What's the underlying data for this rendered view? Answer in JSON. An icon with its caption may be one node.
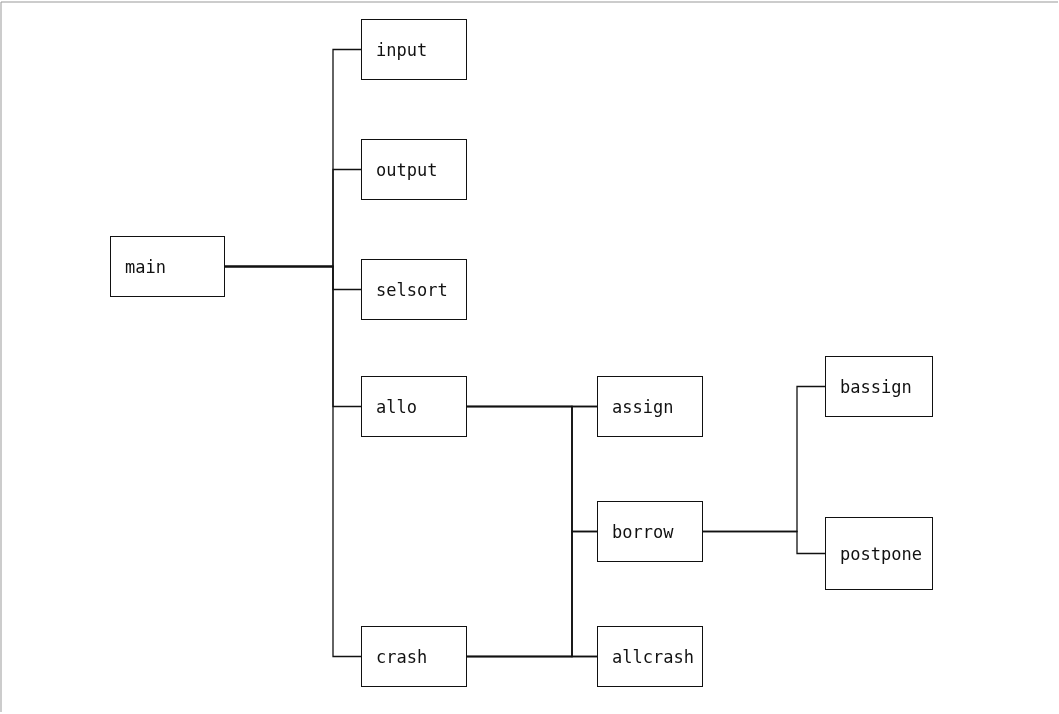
{
  "diagram": {
    "nodes": [
      {
        "text": [
          "main"
        ]
      },
      {
        "text": [
          "input"
        ]
      },
      {
        "text": [
          "output"
        ]
      },
      {
        "text": [
          "selsort"
        ]
      },
      {
        "text": [
          "allo"
        ]
      },
      {
        "text": [
          "crash"
        ]
      },
      {
        "text": [
          "assign"
        ]
      },
      {
        "text": [
          "borrow"
        ]
      },
      {
        "text": [
          "allcrash"
        ]
      },
      {
        "text": [
          "bassign"
        ]
      },
      {
        "text": [
          "postpone"
        ]
      }
    ],
    "edges": [
      {
        "from": 0,
        "to": 1,
        "arrow": "none"
      },
      {
        "from": 0,
        "to": 2,
        "arrow": "none"
      },
      {
        "from": 0,
        "to": 3,
        "arrow": "none"
      },
      {
        "from": 0,
        "to": 4,
        "arrow": "none"
      },
      {
        "from": 0,
        "to": 5,
        "arrow": "none"
      },
      {
        "from": 4,
        "to": 6,
        "arrow": "none"
      },
      {
        "from": 4,
        "to": 7,
        "arrow": "none"
      },
      {
        "from": 4,
        "to": 8,
        "arrow": "none"
      },
      {
        "from": 5,
        "to": 6,
        "arrow": "none"
      },
      {
        "from": 5,
        "to": 7,
        "arrow": "none"
      },
      {
        "from": 5,
        "to": 8,
        "arrow": "none"
      },
      {
        "from": 7,
        "to": 9,
        "arrow": "none"
      },
      {
        "from": 7,
        "to": 10,
        "arrow": "none"
      }
    ]
  }
}
